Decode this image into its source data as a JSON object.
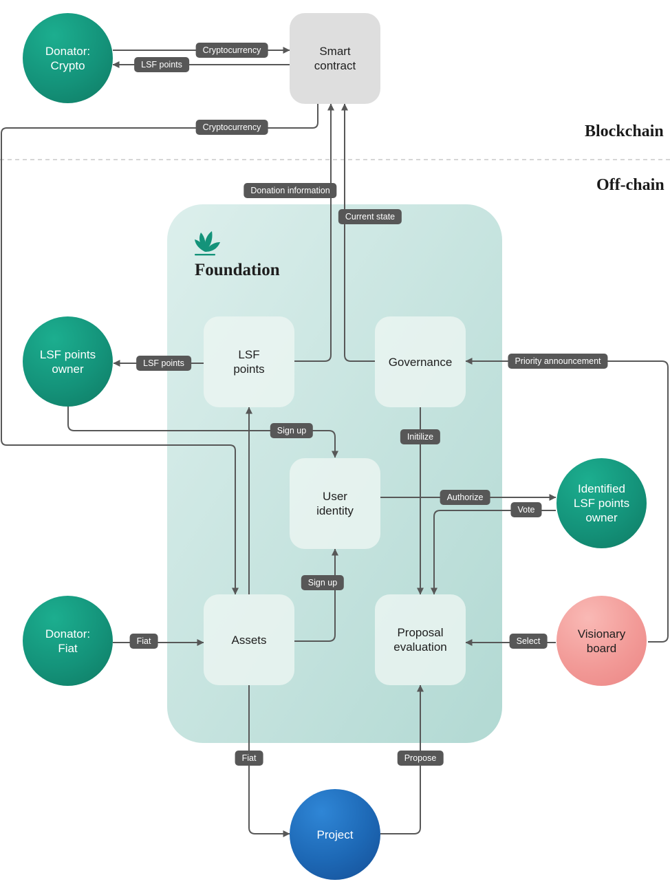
{
  "zones": {
    "blockchain": "Blockchain",
    "offchain": "Off-chain"
  },
  "foundation": {
    "title": "Foundation",
    "logo_icon": "leaf-logo-icon"
  },
  "nodes": {
    "donator_crypto": "Donator:\nCrypto",
    "smart_contract": "Smart\ncontract",
    "lsf_points_owner": "LSF points\nowner",
    "lsf_points": "LSF\npoints",
    "governance": "Governance",
    "user_identity": "User\nidentity",
    "identified_owner": "Identified\nLSF points\nowner",
    "donator_fiat": "Donator:\nFiat",
    "assets": "Assets",
    "proposal_evaluation": "Proposal\nevaluation",
    "visionary_board": "Visionary\nboard",
    "project": "Project"
  },
  "edge_labels": {
    "crypto_to_contract": "Cryptocurrency",
    "contract_to_crypto_donor": "LSF points",
    "contract_to_assets": "Cryptocurrency",
    "donation_information": "Donation information",
    "current_state": "Current state",
    "lsf_points_to_owner": "LSF points",
    "priority_announcement": "Priority announcement",
    "sign_up_owner": "Sign up",
    "initialize": "Initilize",
    "authorize": "Authorize",
    "vote": "Vote",
    "sign_up_assets": "Sign up",
    "fiat_donation": "Fiat",
    "select": "Select",
    "fiat_to_project": "Fiat",
    "propose": "Propose"
  },
  "colors": {
    "accent_green": "#14937a",
    "board_pink": "#f29a97",
    "project_blue": "#1d68b5",
    "foundation_bg": "#cfe7e3",
    "connector": "#575757"
  }
}
